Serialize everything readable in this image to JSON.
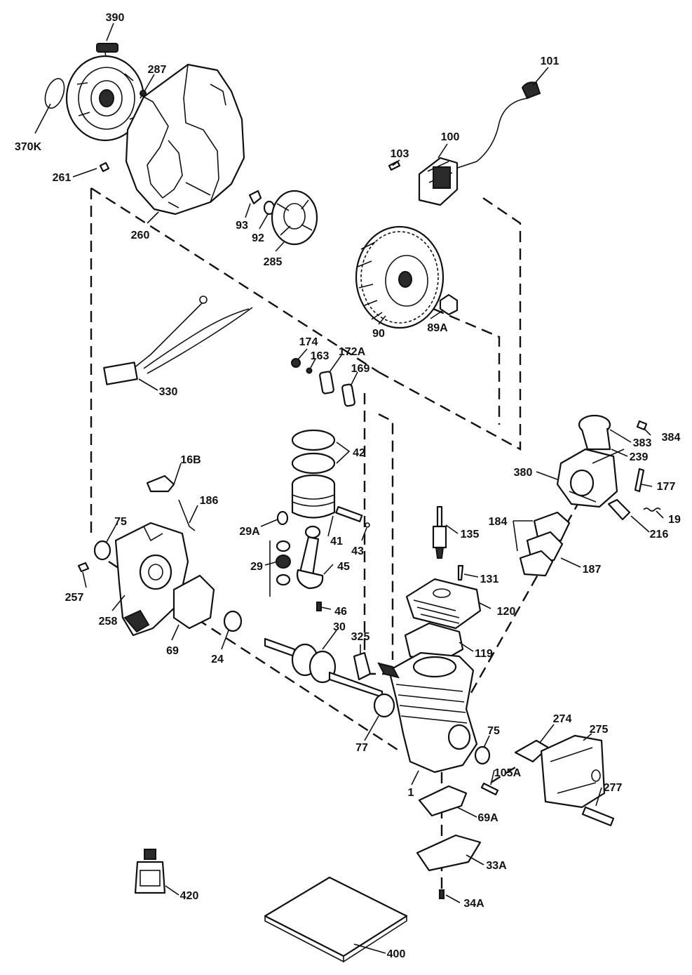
{
  "parts": {
    "p390": "390",
    "p287": "287",
    "p370K": "370K",
    "p261": "261",
    "p260": "260",
    "p93": "93",
    "p92": "92",
    "p285": "285",
    "p101": "101",
    "p100": "100",
    "p103": "103",
    "p90": "90",
    "p89A": "89A",
    "p174": "174",
    "p163": "163",
    "p172A": "172A",
    "p169": "169",
    "p330": "330",
    "p42": "42",
    "p384": "384",
    "p383": "383",
    "p239": "239",
    "p380": "380",
    "p177": "177",
    "p16B": "16B",
    "p186": "186",
    "p75a": "75",
    "p29A": "29A",
    "p41": "41",
    "p43": "43",
    "p135": "135",
    "p184": "184",
    "p19": "19",
    "p216": "216",
    "p29": "29",
    "p45": "45",
    "p187": "187",
    "p257": "257",
    "p131": "131",
    "p258": "258",
    "p46": "46",
    "p120": "120",
    "p69": "69",
    "p24": "24",
    "p30": "30",
    "p325": "325",
    "p119": "119",
    "p274": "274",
    "p275": "275",
    "p75b": "75",
    "p77": "77",
    "p105A": "105A",
    "p277": "277",
    "p1": "1",
    "p69A": "69A",
    "p33A": "33A",
    "p420": "420",
    "p34A": "34A",
    "p400": "400"
  }
}
